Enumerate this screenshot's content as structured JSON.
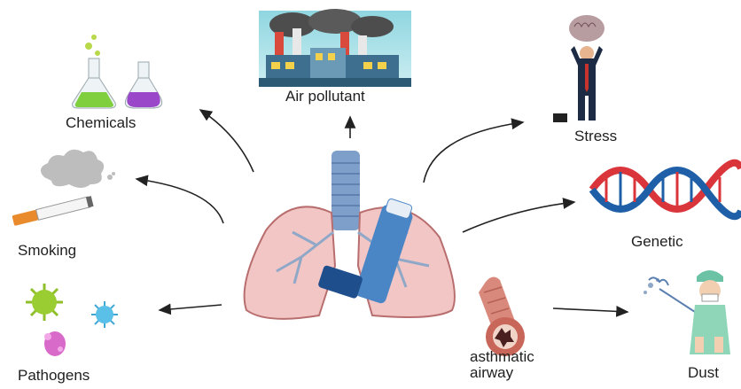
{
  "labels": {
    "air_pollutant": "Air pollutant",
    "chemicals": "Chemicals",
    "smoking": "Smoking",
    "pathogens": "Pathogens",
    "stress": "Stress",
    "genetic": "Genetic",
    "asthmatic_line1": "asthmatic",
    "asthmatic_line2": "airway",
    "dust": "Dust"
  },
  "colors": {
    "lung_fill": "#f3c6c6",
    "lung_stroke": "#b86e6e",
    "bronchi": "#8fa8c8",
    "trachea": "#7d9fc9",
    "inhaler": "#4a86c5",
    "inhaler_cap": "#1f4e8c",
    "arrow": "#222222",
    "dna_red": "#d9353a",
    "dna_blue": "#1f5fa8",
    "smoke": "#b9b9b9",
    "airway": "#c97a6e"
  },
  "icons": [
    "factory-icon",
    "flask-icon",
    "cigarette-icon",
    "virus-icon",
    "stressed-man-icon",
    "dna-icon",
    "cleaning-person-icon",
    "airway-icon",
    "lungs-icon",
    "inhaler-icon"
  ]
}
